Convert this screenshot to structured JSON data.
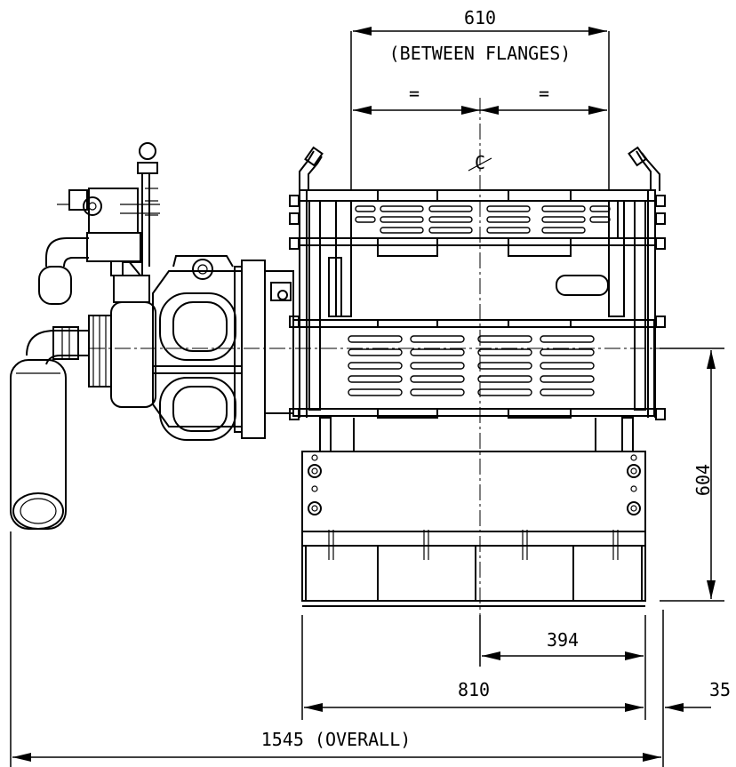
{
  "dimensions": {
    "between_flanges": {
      "value": "610",
      "note": "(BETWEEN FLANGES)",
      "half_mark": "="
    },
    "centerline_symbol": "C",
    "height": "604",
    "offset_from_center": "394",
    "frame_width": "810",
    "side_offset": "35",
    "overall": "1545 (OVERALL)"
  }
}
